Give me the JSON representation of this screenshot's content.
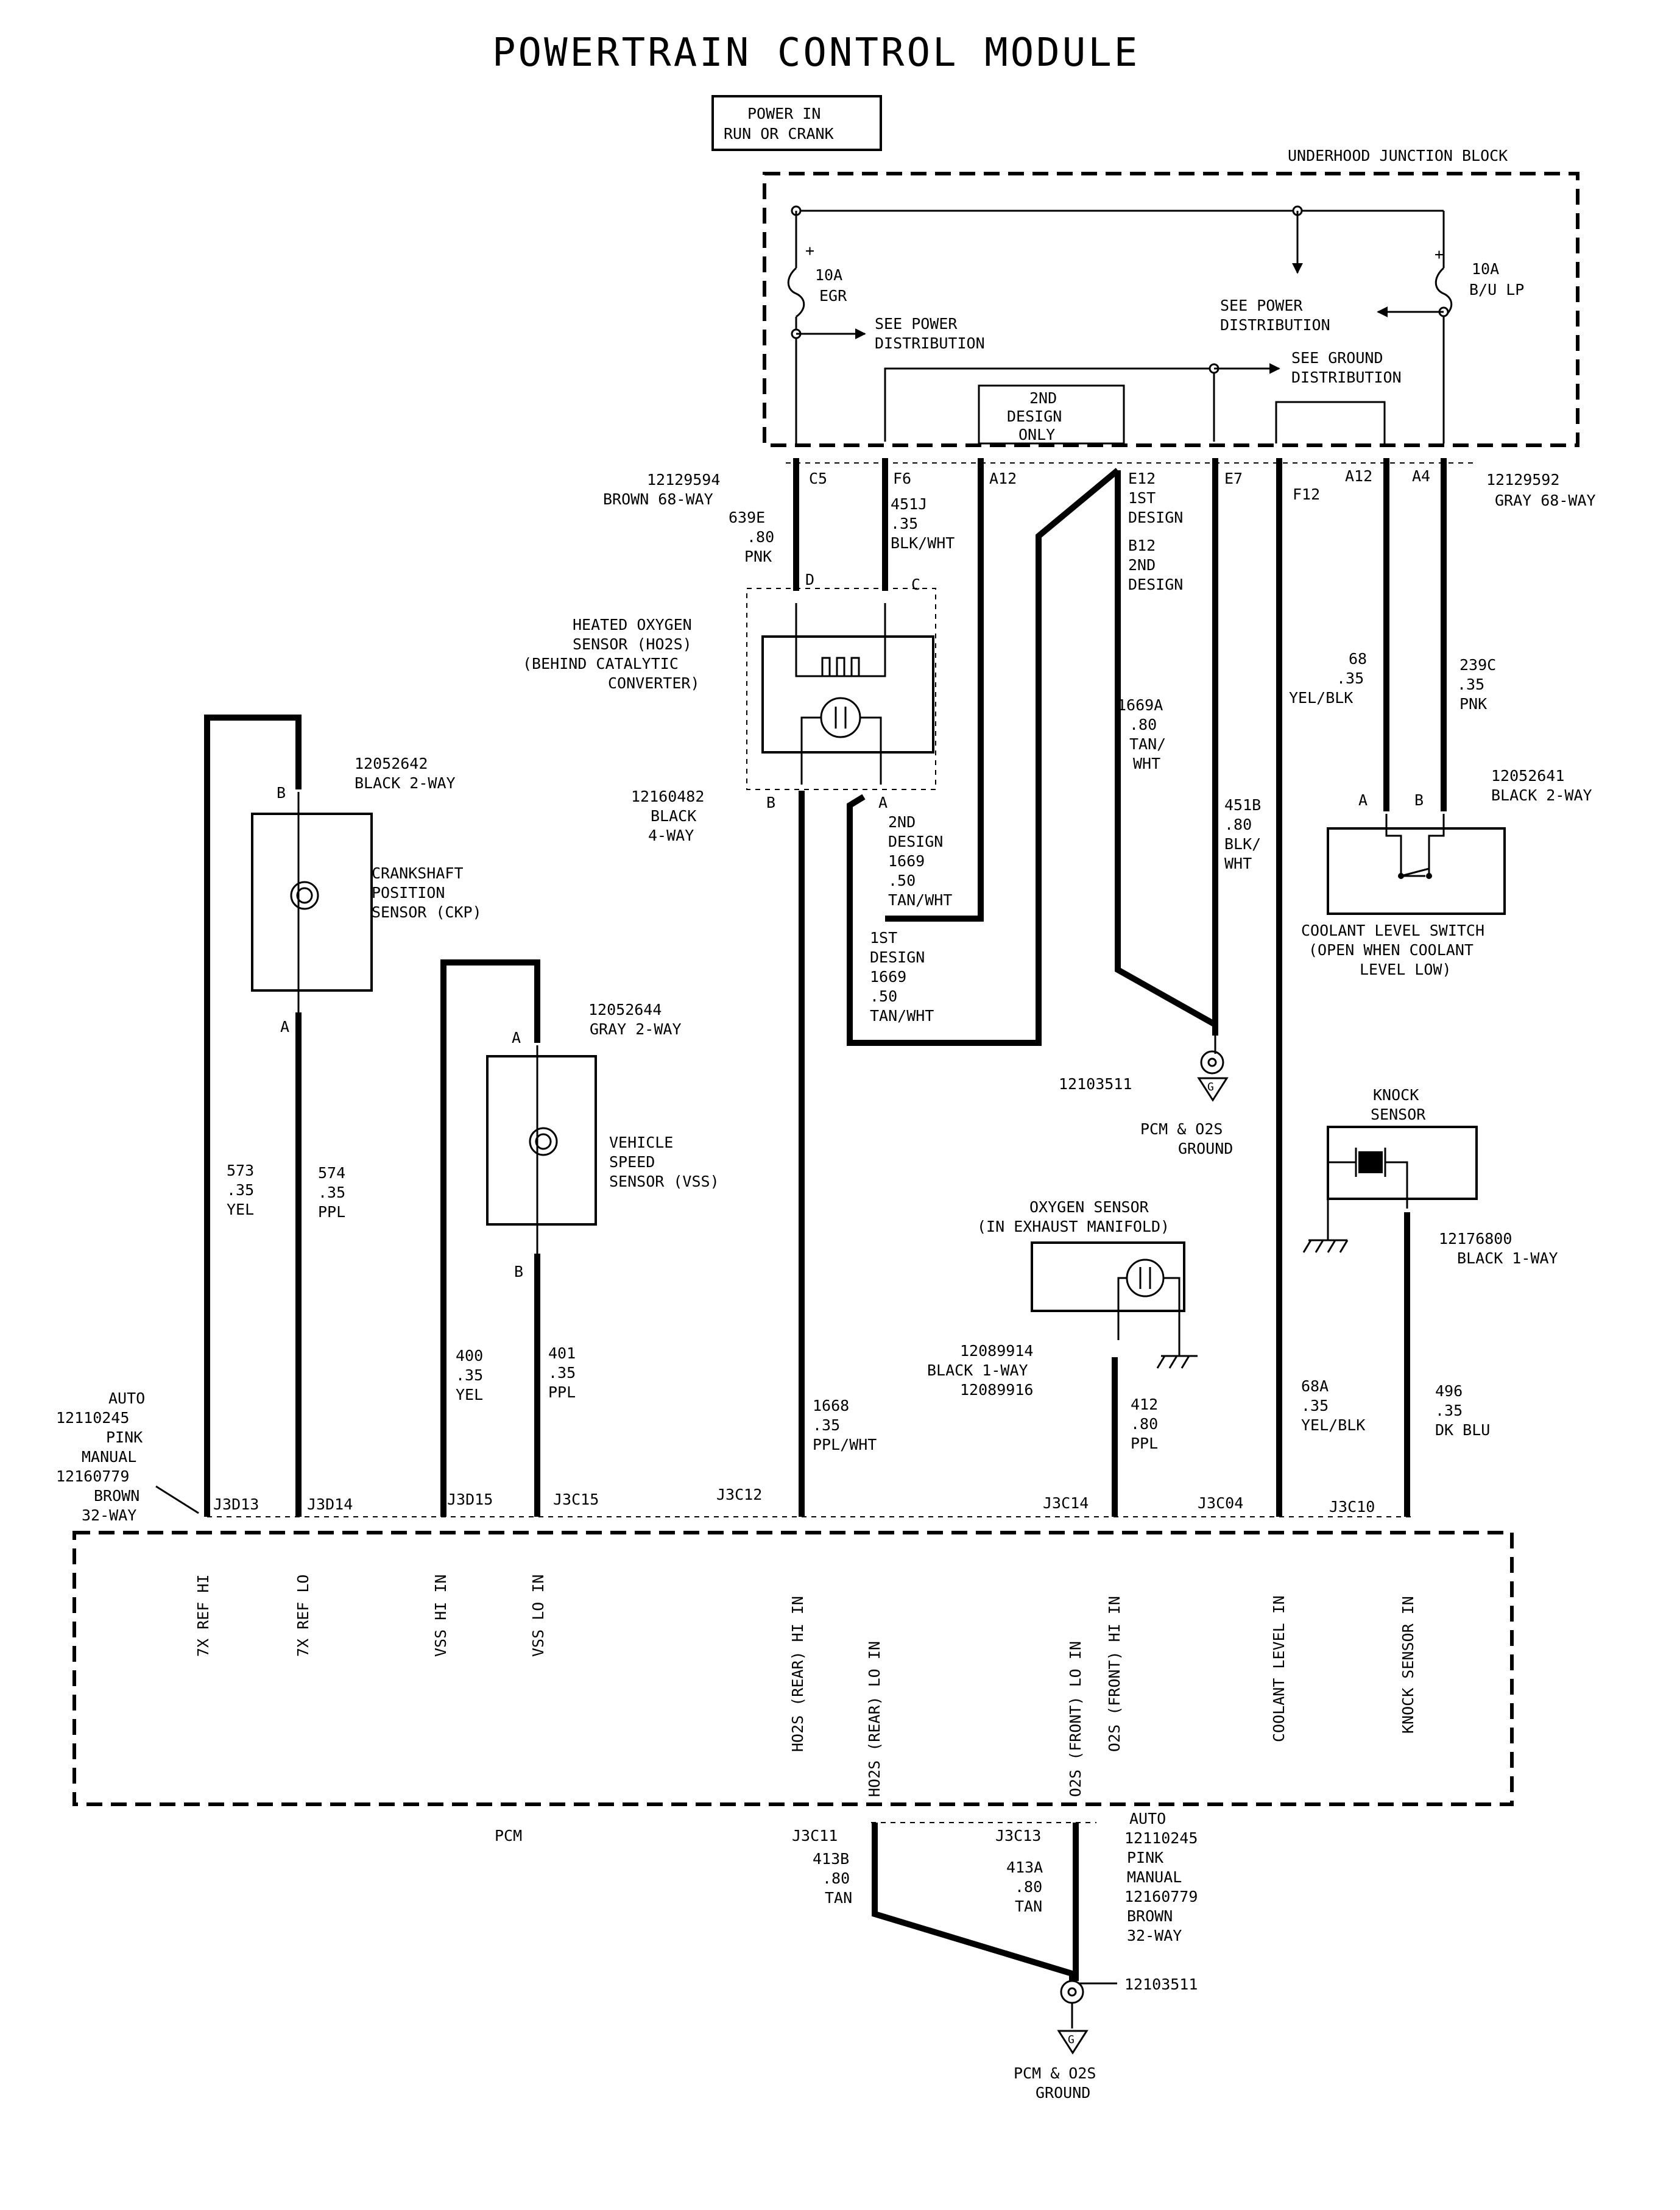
{
  "title": "POWERTRAIN CONTROL MODULE",
  "power_box": [
    "POWER IN",
    "RUN OR CRANK"
  ],
  "junction_block": {
    "label": "UNDERHOOD JUNCTION BLOCK",
    "fuse_left": [
      "10A",
      "EGR"
    ],
    "fuse_right": [
      "10A",
      "B/U LP"
    ],
    "see_power_left": [
      "SEE POWER",
      "DISTRIBUTION"
    ],
    "see_power_right": [
      "SEE POWER",
      "DISTRIBUTION"
    ],
    "see_ground": [
      "SEE GROUND",
      "DISTRIBUTION"
    ],
    "second_design": [
      "2ND",
      "DESIGN",
      "ONLY"
    ]
  },
  "connectors": {
    "left_part": [
      "12129594",
      "BROWN 68-WAY"
    ],
    "right_part": [
      "12129592",
      "GRAY 68-WAY"
    ],
    "pins": [
      "C5",
      "F6",
      "A12",
      "E12",
      "E7",
      "F12",
      "A12",
      "A4"
    ],
    "e12_note": [
      "1ST",
      "DESIGN",
      "B12",
      "2ND",
      "DESIGN"
    ]
  },
  "wires": {
    "w639e": [
      "639E",
      ".80",
      "PNK"
    ],
    "w451j": [
      "451J",
      ".35",
      "BLK/WHT"
    ],
    "w1669a": [
      "1669A",
      ".80",
      "TAN/",
      "WHT"
    ],
    "w451b": [
      "451B",
      ".80",
      "BLK/",
      "WHT"
    ],
    "w68": [
      "68",
      ".35",
      "YEL/BLK"
    ],
    "w239c": [
      "239C",
      ".35",
      "PNK"
    ],
    "w1669_2nd": [
      "2ND",
      "DESIGN",
      "1669",
      ".50",
      "TAN/WHT"
    ],
    "w1669_1st": [
      "1ST",
      "DESIGN",
      "1669",
      ".50",
      "TAN/WHT"
    ],
    "w573": [
      "573",
      ".35",
      "YEL"
    ],
    "w574": [
      "574",
      ".35",
      "PPL"
    ],
    "w400": [
      "400",
      ".35",
      "YEL"
    ],
    "w401": [
      "401",
      ".35",
      "PPL"
    ],
    "w1668": [
      "1668",
      ".35",
      "PPL/WHT"
    ],
    "w412": [
      "412",
      ".80",
      "PPL"
    ],
    "w68a": [
      "68A",
      ".35",
      "YEL/BLK"
    ],
    "w496": [
      "496",
      ".35",
      "DK BLU"
    ],
    "w413b": [
      "413B",
      ".80",
      "TAN"
    ],
    "w413a": [
      "413A",
      ".80",
      "TAN"
    ]
  },
  "components": {
    "ho2s": [
      "HEATED OXYGEN",
      "SENSOR (HO2S)",
      "(BEHIND CATALYTIC",
      "CONVERTER)"
    ],
    "ho2s_conn": [
      "12160482",
      "BLACK",
      "4-WAY"
    ],
    "ho2s_pins": [
      "D",
      "C",
      "B",
      "A"
    ],
    "ckp": [
      "CRANKSHAFT",
      "POSITION",
      "SENSOR (CKP)"
    ],
    "ckp_conn": [
      "12052642",
      "BLACK 2-WAY"
    ],
    "ckp_pins": [
      "B",
      "A"
    ],
    "vss": [
      "VEHICLE",
      "SPEED",
      "SENSOR (VSS)"
    ],
    "vss_conn": [
      "12052644",
      "GRAY 2-WAY"
    ],
    "vss_pins": [
      "A",
      "B"
    ],
    "coolant": [
      "COOLANT   LEVEL   SWITCH",
      "(OPEN WHEN COOLANT",
      "LEVEL LOW)"
    ],
    "coolant_conn": [
      "12052641",
      "BLACK 2-WAY"
    ],
    "coolant_pins": [
      "A",
      "B"
    ],
    "knock": [
      "KNOCK",
      "SENSOR"
    ],
    "knock_conn": [
      "12176800",
      "BLACK 1-WAY"
    ],
    "o2s": [
      "OXYGEN   SENSOR",
      "(IN EXHAUST MANIFOLD)"
    ],
    "o2s_conn": [
      "12089914",
      "BLACK 1-WAY",
      "12089916"
    ],
    "ground1": "12103511",
    "ground_label": [
      "PCM & O2S",
      "GROUND"
    ],
    "ground2": "12103511"
  },
  "pcm": {
    "label": "PCM",
    "conn_top": [
      "AUTO",
      "12110245",
      "PINK",
      "MANUAL",
      "12160779",
      "BROWN",
      "32-WAY"
    ],
    "conn_bottom": [
      "AUTO",
      "12110245",
      "PINK",
      "MANUAL",
      "12160779",
      "BROWN",
      "32-WAY"
    ],
    "top_pins": [
      "J3D13",
      "J3D14",
      "J3D15",
      "J3C15",
      "J3C12",
      "J3C14",
      "J3C04",
      "J3C10"
    ],
    "bottom_pins": [
      "J3C11",
      "J3C13"
    ],
    "signals": [
      "7X REF HI",
      "7X REF LO",
      "VSS HI IN",
      "VSS LO IN",
      "HO2S (REAR) HI IN",
      "HO2S (REAR) LO IN",
      "O2S (FRONT) LO IN",
      "O2S (FRONT) HI IN",
      "COOLANT LEVEL IN",
      "KNOCK SENSOR IN"
    ]
  }
}
